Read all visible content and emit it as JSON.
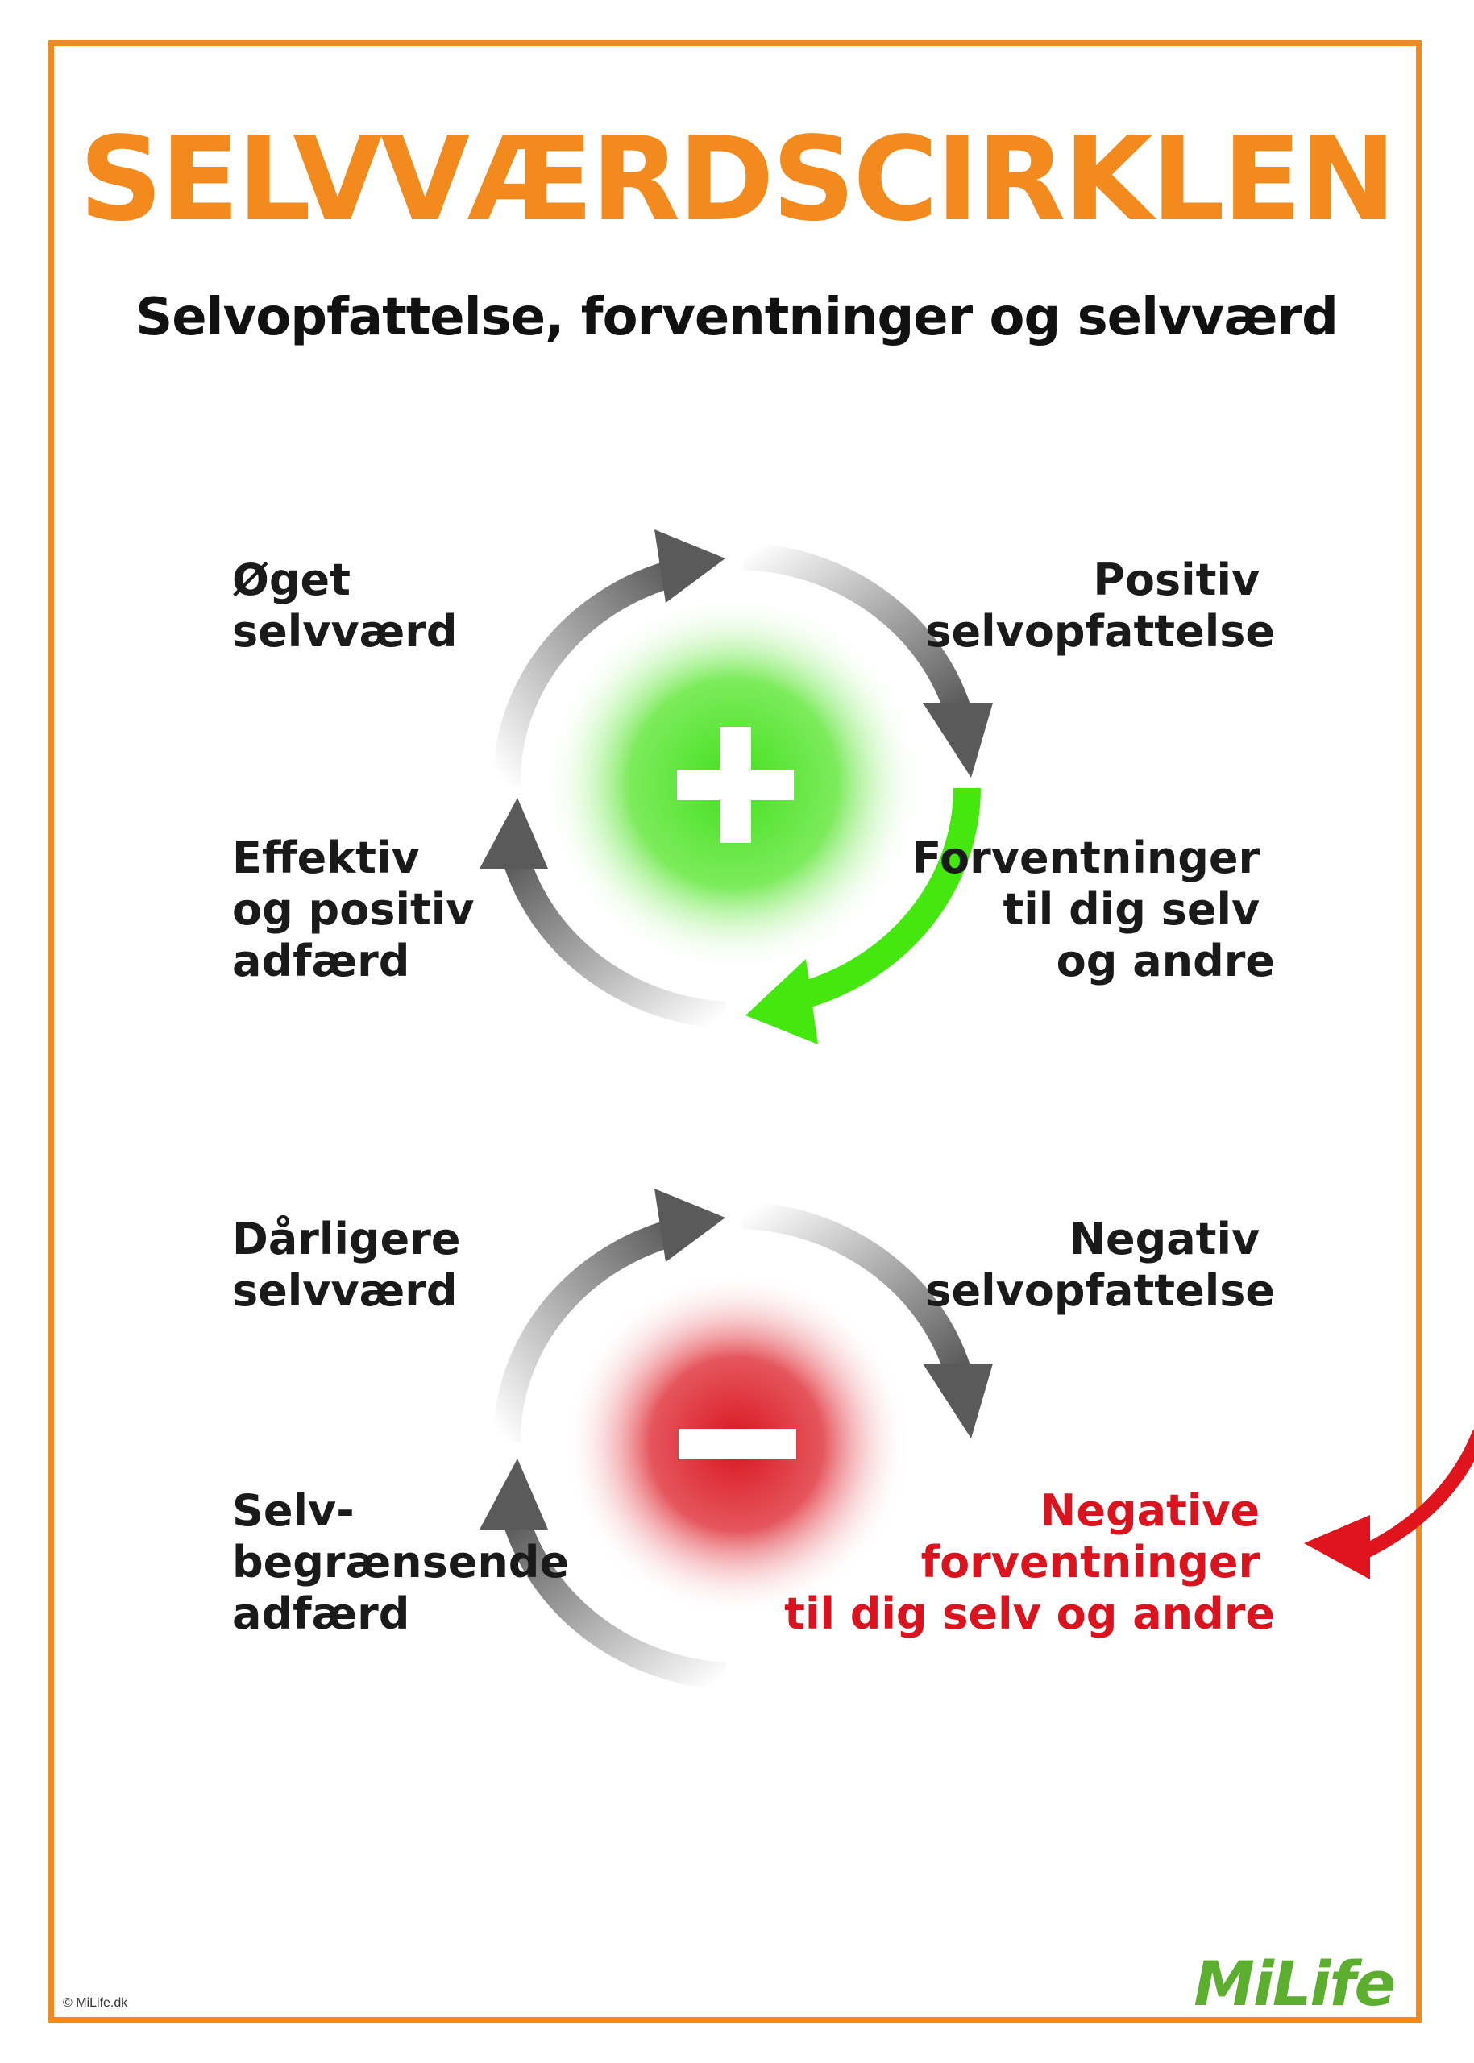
{
  "title": "SELVVÆRDSCIRKLEN",
  "subtitle": "Selvopfattelse, forventninger og selvværd",
  "positive_cycle": {
    "symbol": "+",
    "center_color": "#4fe31c",
    "highlight_arrow_color": "#44e80f",
    "labels": {
      "top_left": [
        "Øget",
        "selvværd"
      ],
      "top_right": [
        "Positiv",
        "selvopfattelse"
      ],
      "bottom_right": [
        "Forventninger",
        "til dig selv",
        "og andre"
      ],
      "bottom_left": [
        "Effektiv",
        "og positiv",
        "adfærd"
      ]
    }
  },
  "negative_cycle": {
    "symbol": "−",
    "center_color": "#d9141e",
    "highlight_arrow_color": "#e0141c",
    "labels": {
      "top_left": [
        "Dårligere",
        "selvværd"
      ],
      "top_right": [
        "Negativ",
        "selvopfattelse"
      ],
      "bottom_right": [
        "Negative",
        "forventninger",
        "til dig selv og andre"
      ],
      "bottom_left": [
        "Selv-",
        "begrænsende",
        "adfærd"
      ]
    }
  },
  "brand": {
    "accent": "#f28a1e",
    "logo": "MiLife",
    "logo_color": "#5cae2e"
  },
  "copyright": "© MiLife.dk"
}
